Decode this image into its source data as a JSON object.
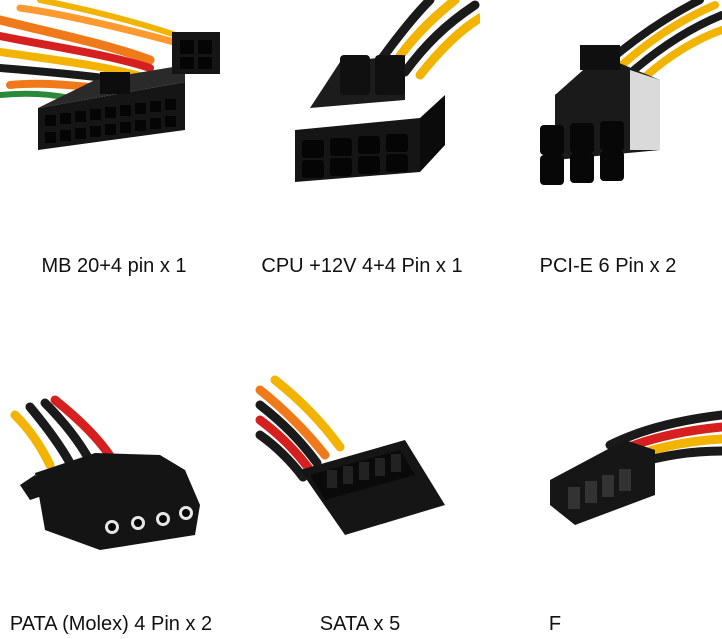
{
  "connectors": [
    {
      "label": "MB 20+4 pin x 1",
      "icon": "atx-24pin-connector-icon"
    },
    {
      "label": "CPU +12V 4+4 Pin x 1",
      "icon": "eps-8pin-connector-icon"
    },
    {
      "label": "PCI-E 6 Pin x 2",
      "icon": "pcie-6pin-connector-icon"
    },
    {
      "label": "PATA (Molex) 4 Pin x 2",
      "icon": "molex-4pin-connector-icon"
    },
    {
      "label": "SATA x 5",
      "icon": "sata-connector-icon"
    },
    {
      "label": "F",
      "icon": "floppy-connector-icon"
    }
  ],
  "colors": {
    "connector": "#151515",
    "yellow": "#f2b400",
    "orange": "#f07a1a",
    "red": "#d62020",
    "black_wire": "#1a1a1a"
  }
}
